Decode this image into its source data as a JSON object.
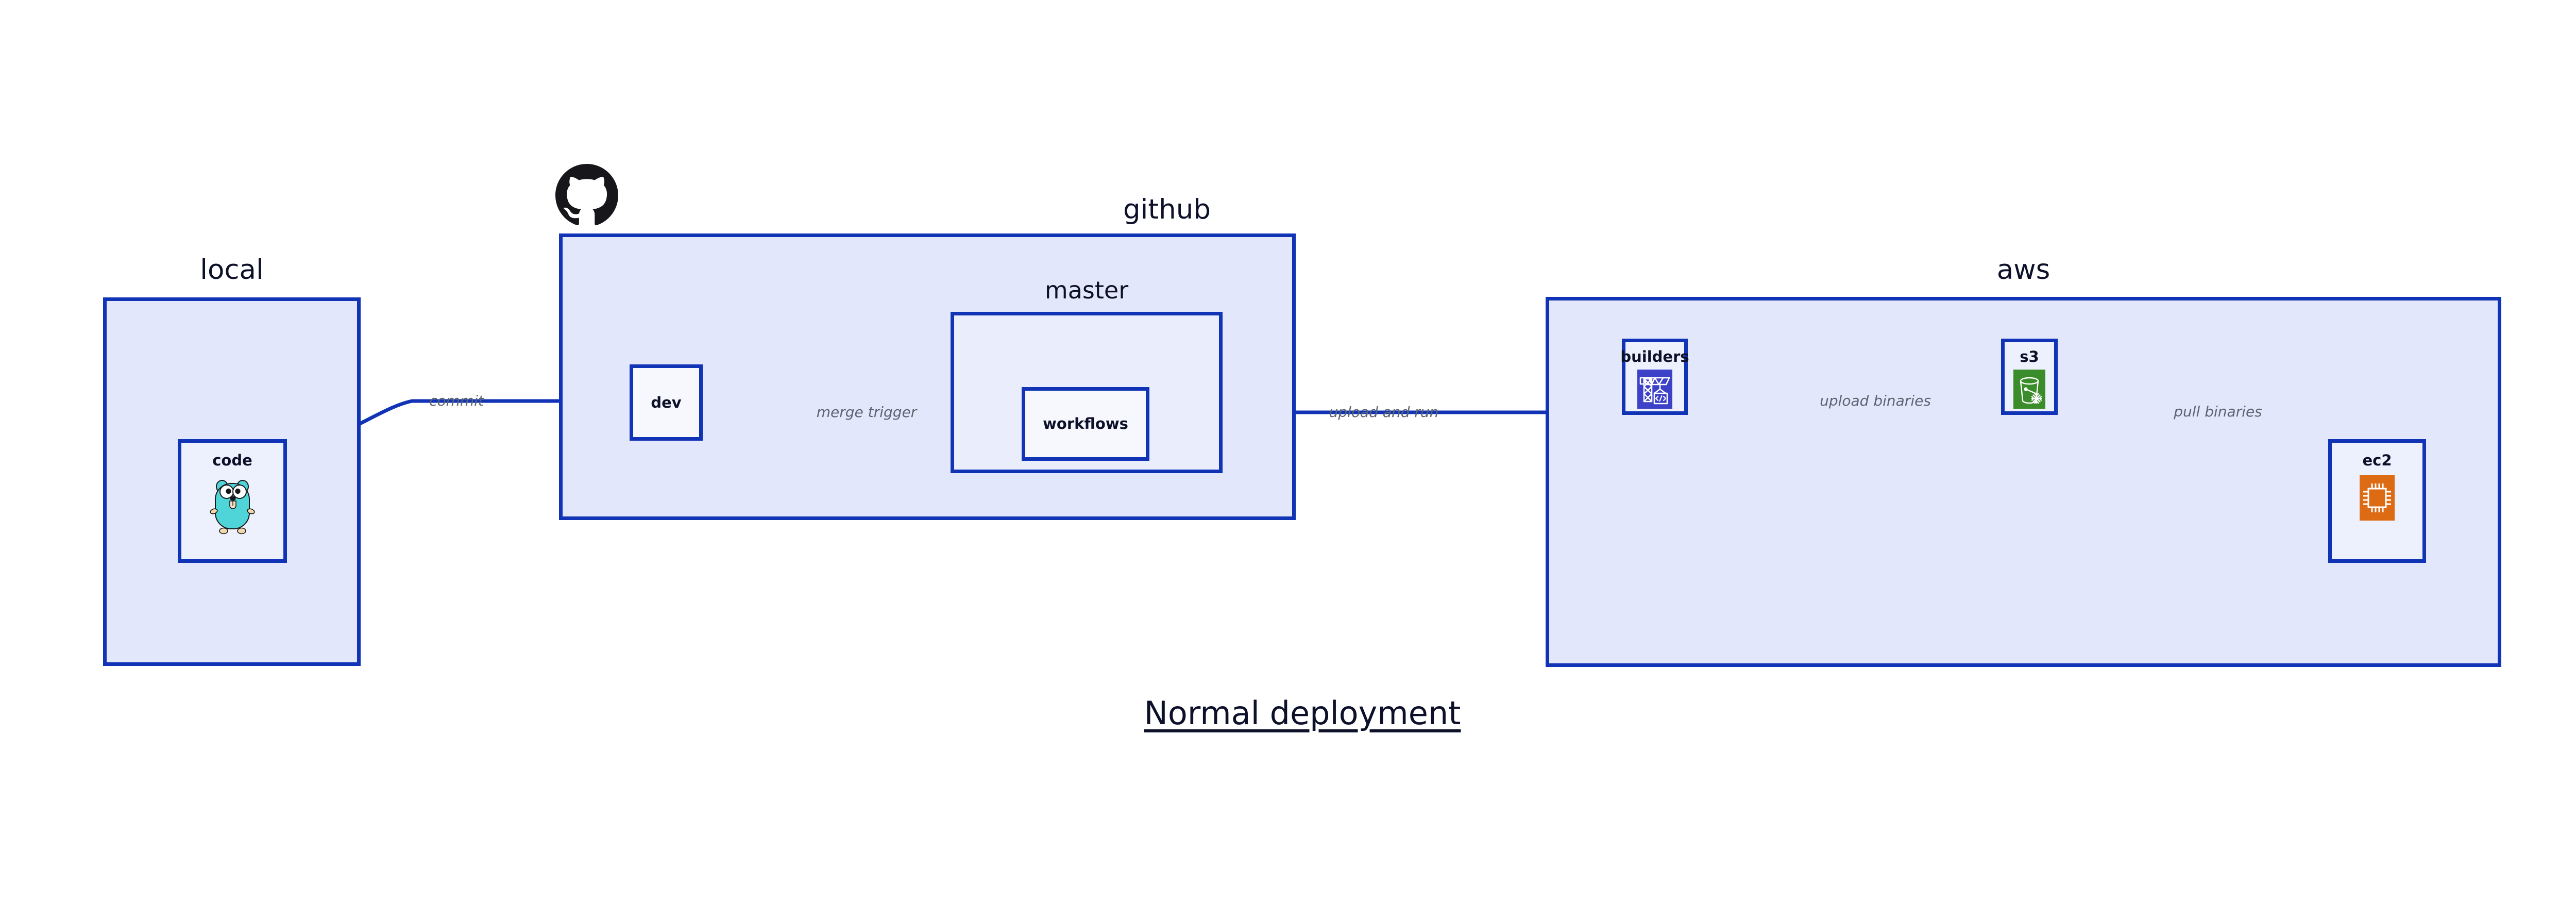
{
  "diagram": {
    "title": "Normal deployment",
    "accent_color": "#1133b5",
    "group_fill": "#e2e7fb",
    "subgroup_fill": "#e9edfc",
    "node_fill": "#edf1fd",
    "plain_node_fill": "#f6f8fd",
    "label_color": "#0d1029",
    "edge_label_color": "#5d6470"
  },
  "groups": [
    {
      "id": "local",
      "label": "local"
    },
    {
      "id": "github",
      "label": "github"
    },
    {
      "id": "aws",
      "label": "aws"
    }
  ],
  "subgroups": [
    {
      "id": "master",
      "label": "master",
      "parent": "github"
    }
  ],
  "nodes": [
    {
      "id": "code",
      "label": "code",
      "parent": "local",
      "icon": "go-gopher-icon",
      "icon_color": "#4fd4d8"
    },
    {
      "id": "dev",
      "label": "dev",
      "parent": "github",
      "icon": null,
      "icon_color": null
    },
    {
      "id": "workflows",
      "label": "workflows",
      "parent": "master",
      "icon": null,
      "icon_color": null
    },
    {
      "id": "builders",
      "label": "builders",
      "parent": "aws",
      "icon": "crane-code-icon",
      "icon_color": "#3c41c8"
    },
    {
      "id": "s3",
      "label": "s3",
      "parent": "aws",
      "icon": "s3-glacier-icon",
      "icon_color": "#3b8c2a"
    },
    {
      "id": "ec2",
      "label": "ec2",
      "parent": "aws",
      "icon": "cpu-chip-icon",
      "icon_color": "#dd6b14"
    }
  ],
  "edges": [
    {
      "id": "commit",
      "from": "code",
      "to": "dev",
      "label": "commit"
    },
    {
      "id": "merge-trigger",
      "from": "dev",
      "to": "workflows",
      "label": "merge trigger"
    },
    {
      "id": "upload-and-run",
      "from": "workflows",
      "to": "builders",
      "label": "upload and run"
    },
    {
      "id": "upload-binaries",
      "from": "builders",
      "to": "s3",
      "label": "upload binaries"
    },
    {
      "id": "pull-binaries",
      "from": "s3",
      "to": "ec2",
      "label": "pull binaries"
    }
  ],
  "brand_marks": [
    {
      "id": "github-octocat",
      "name": "github-logo-icon"
    }
  ]
}
